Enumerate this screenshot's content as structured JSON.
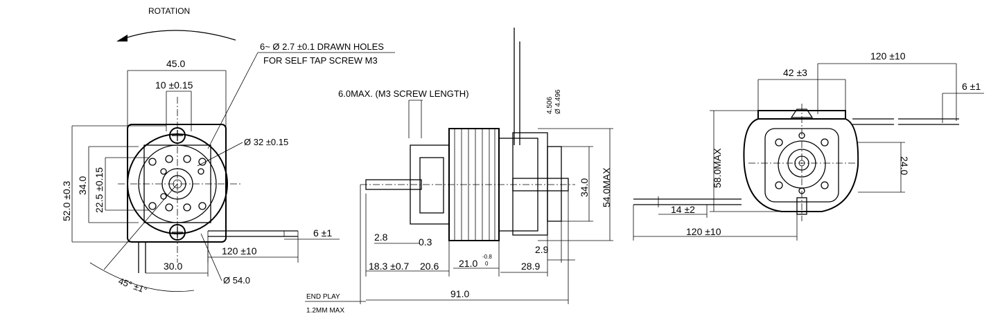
{
  "front_view": {
    "rotation_label": "ROTATION",
    "holes_note_line1": "6~ Ø 2.7 ±0.1 DRAWN HOLES",
    "holes_note_line2": "FOR SELF TAP SCREW M3",
    "dim_width": "45.0",
    "dim_slot": "10 ±0.15",
    "dim_bore": "Ø 32 ±0.15",
    "dim_height": "52.0 ±0.3",
    "dim_inner_height": "34.0",
    "dim_hole_spacing": "22.5 ±0.15",
    "dim_lead_length": "120 ±10",
    "dim_lead_strip": "6 ±1",
    "dim_base": "30.0",
    "dim_outer": "Ø 54.0",
    "dim_angle": "45° ±1°"
  },
  "side_view": {
    "screw_note": "6.0MAX. (M3 SCREW LENGTH)",
    "dim_shaft_upper": "4.506",
    "dim_shaft_lower": "Ø 4.496",
    "dim_2_8": "2.8",
    "dim_0_3": "0.3",
    "dim_18_3": "18.3 ±0.7",
    "dim_20_6": "20.6",
    "dim_21_0": "21.0",
    "dim_21_tol_upper": "-0.8",
    "dim_21_tol_lower": "0",
    "dim_28_9": "28.9",
    "dim_2_9": "2.9",
    "dim_34_0": "34.0",
    "dim_54_max": "54.0MAX",
    "dim_total": "91.0",
    "end_play_line1": "END PLAY",
    "end_play_line2": "1.2MM MAX"
  },
  "rear_view": {
    "dim_lead_top": "120 ±10",
    "dim_42": "42 ±3",
    "dim_6": "6 ±1",
    "dim_58_max": "58.0MAX",
    "dim_24": "24.0",
    "dim_14": "14 ±2",
    "dim_lead_bottom": "120 ±10"
  }
}
